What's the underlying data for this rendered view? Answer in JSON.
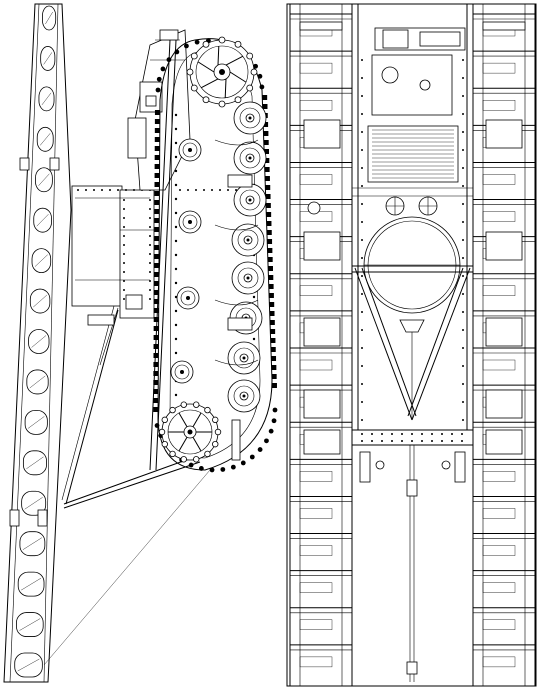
{
  "drawing": {
    "views": [
      "side-view",
      "top-view"
    ],
    "line_color": "#000000",
    "background": "#ffffff",
    "side_view": {
      "bridge_rungs": 17,
      "road_wheels": 8,
      "return_rollers": 4
    },
    "top_view": {
      "track_rungs": 18
    }
  }
}
